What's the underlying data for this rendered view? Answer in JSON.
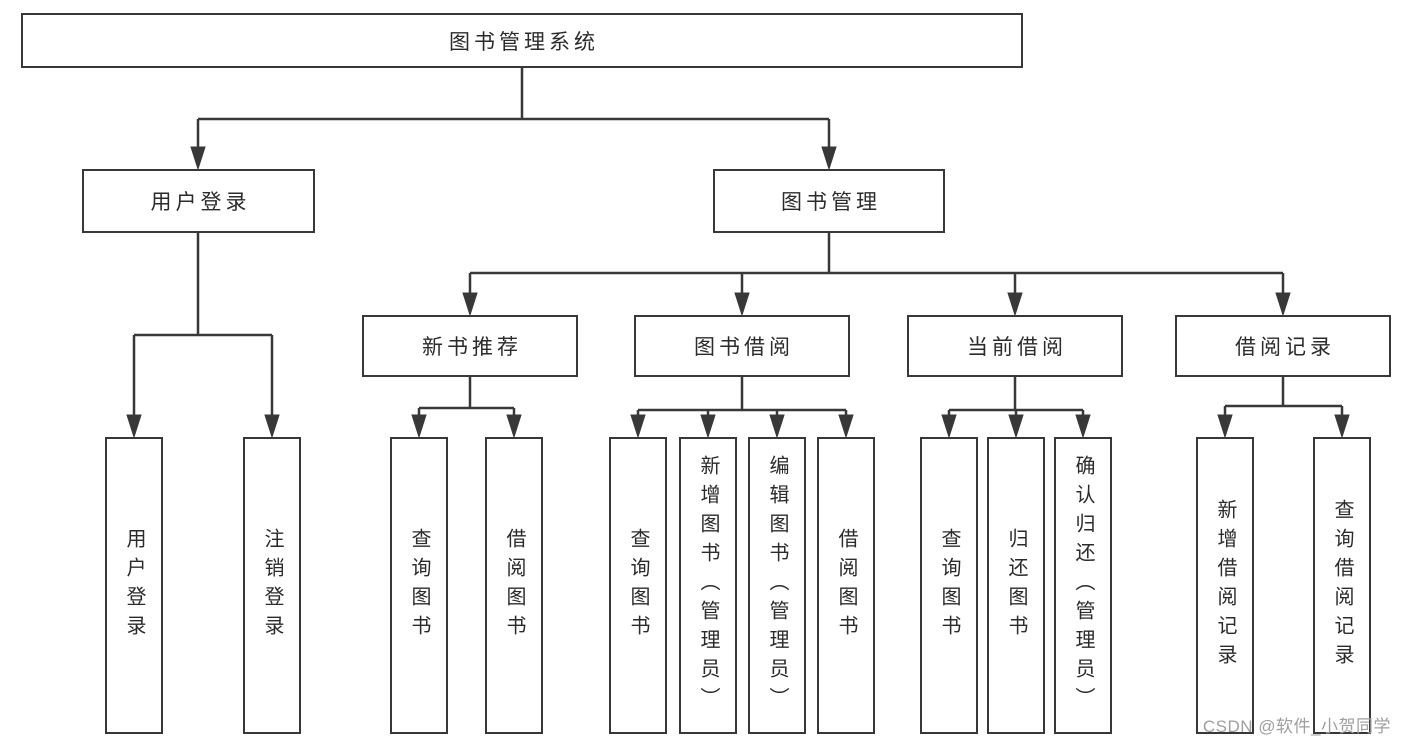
{
  "diagram": {
    "nodes": {
      "root": "图书管理系统",
      "user_login": "用户登录",
      "book_mgmt": "图书管理",
      "new_books": "新书推荐",
      "book_borrow": "图书借阅",
      "current_borrow": "当前借阅",
      "borrow_records": "借阅记录",
      "leaf_user_login": "用户登录",
      "leaf_logout": "注销登录",
      "leaf_nb_query": "查询图书",
      "leaf_nb_borrow": "借阅图书",
      "leaf_bb_query": "查询图书",
      "leaf_bb_add": "新增图书（管理员）",
      "leaf_bb_edit": "编辑图书（管理员）",
      "leaf_bb_borrow": "借阅图书",
      "leaf_cb_query": "查询图书",
      "leaf_cb_return": "归还图书",
      "leaf_cb_confirm": "确认归还（管理员）",
      "leaf_br_add": "新增借阅记录",
      "leaf_br_query": "查询借阅记录"
    },
    "hierarchy": {
      "图书管理系统": {
        "用户登录": [
          "用户登录",
          "注销登录"
        ],
        "图书管理": {
          "新书推荐": [
            "查询图书",
            "借阅图书"
          ],
          "图书借阅": [
            "查询图书",
            "新增图书（管理员）",
            "编辑图书（管理员）",
            "借阅图书"
          ],
          "当前借阅": [
            "查询图书",
            "归还图书",
            "确认归还（管理员）"
          ],
          "借阅记录": [
            "新增借阅记录",
            "查询借阅记录"
          ]
        }
      }
    }
  },
  "watermark": "CSDN @软件_小贺同学",
  "colors": {
    "line": "#383838",
    "text": "#2b2b2b",
    "watermark": "#9f9f9f",
    "background": "#ffffff"
  }
}
